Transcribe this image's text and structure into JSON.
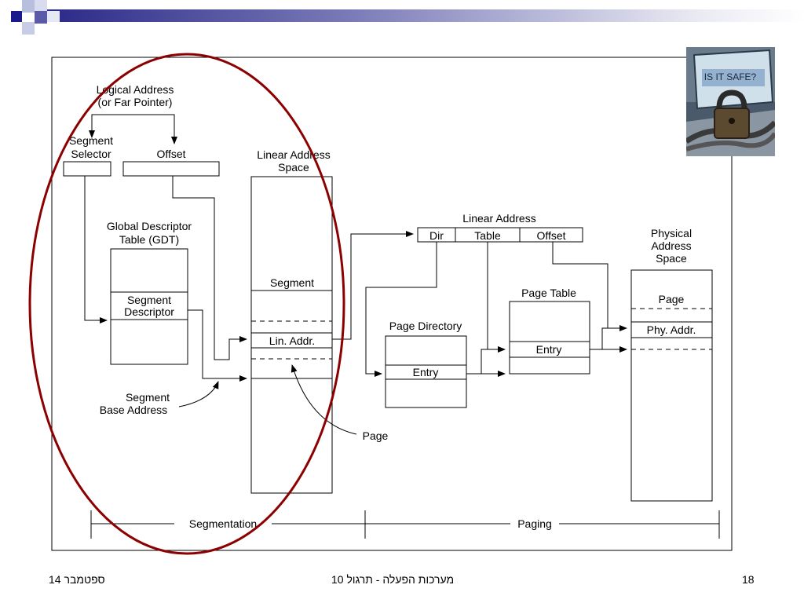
{
  "diagram": {
    "logical_address": "Logical Address",
    "far_pointer": "(or Far Pointer)",
    "segment": "Segment",
    "selector": "Selector",
    "offset": "Offset",
    "linear_address_space_1": "Linear Address",
    "linear_address_space_2": "Space",
    "gdt_1": "Global Descriptor",
    "gdt_2": "Table (GDT)",
    "segment_descriptor_1": "Segment",
    "segment_descriptor_2": "Descriptor",
    "segment_in_space": "Segment",
    "lin_addr": "Lin. Addr.",
    "segment_base_1": "Segment",
    "segment_base_2": "Base Address",
    "page_label": "Page",
    "linear_address": "Linear Address",
    "dir": "Dir",
    "table": "Table",
    "offset2": "Offset",
    "page_directory": "Page Directory",
    "entry_dir": "Entry",
    "page_table": "Page Table",
    "entry_table": "Entry",
    "physical_1": "Physical",
    "physical_2": "Address",
    "physical_3": "Space",
    "page_phys": "Page",
    "phy_addr": "Phy. Addr.",
    "segmentation": "Segmentation",
    "paging": "Paging"
  },
  "photo": {
    "sign_text": "IS IT SAFE?"
  },
  "footer": {
    "date": "ספטמבר 14",
    "title": "מערכות הפעלה - תרגול 10",
    "page_number": "18"
  },
  "colors": {
    "accent_blue": "#1a1a8c",
    "ellipse": "#8b0000"
  }
}
